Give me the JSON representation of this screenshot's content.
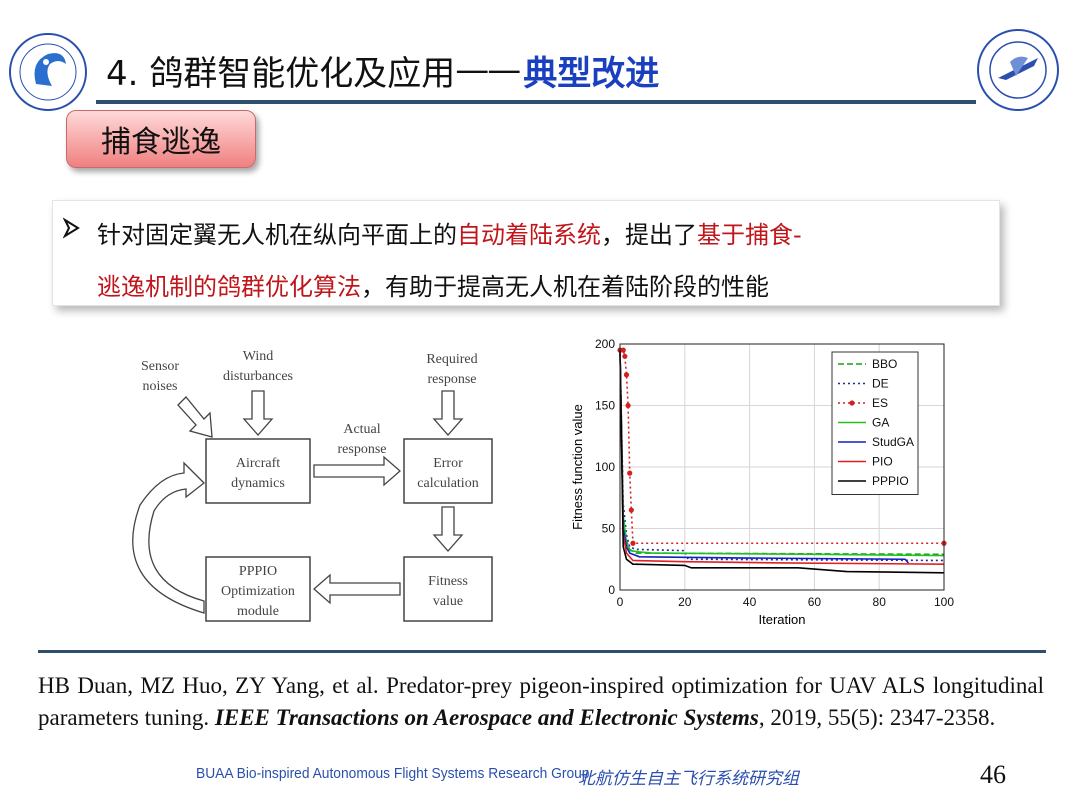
{
  "header": {
    "title_main": "4. 鸽群智能优化及应用",
    "title_dash": "——",
    "title_accent": "典型改进"
  },
  "section_tag": "捕食逃逸",
  "bullet": {
    "line1": {
      "t1": "针对固定翼无人机在纵向平面上的",
      "t2": "自动着陆系统",
      "t3": "，提出了",
      "t4": "基于捕食-"
    },
    "line2": {
      "t1": "逃逸机制的鸽群优化算法",
      "t2": "，有助于提高无人机在着陆阶段的性能"
    }
  },
  "diagram": {
    "sensor": [
      "Sensor",
      "noises"
    ],
    "wind": [
      "Wind",
      "disturbances"
    ],
    "required": [
      "Required",
      "response"
    ],
    "actual": [
      "Actual",
      "response"
    ],
    "aircraft": [
      "Aircraft",
      "dynamics"
    ],
    "error": [
      "Error",
      "calculation"
    ],
    "fitness": [
      "Fitness",
      "value"
    ],
    "pppio": [
      "PPPIO",
      "Optimization",
      "module"
    ]
  },
  "chart_data": {
    "type": "line",
    "xlabel": "Iteration",
    "ylabel": "Fitness function value",
    "xlim": [
      0,
      100
    ],
    "ylim": [
      0,
      200
    ],
    "xticks": [
      0,
      20,
      40,
      60,
      80,
      100
    ],
    "yticks": [
      0,
      50,
      100,
      150,
      200
    ],
    "grid": true,
    "legend_position": "top-right",
    "series": [
      {
        "name": "BBO",
        "color": "#1aa01a",
        "style": "dashed",
        "points": [
          [
            0,
            195
          ],
          [
            1,
            60
          ],
          [
            2,
            40
          ],
          [
            3,
            33
          ],
          [
            5,
            30
          ],
          [
            100,
            29
          ]
        ]
      },
      {
        "name": "DE",
        "color": "#1a2aa0",
        "style": "dotted",
        "points": [
          [
            0,
            195
          ],
          [
            1,
            70
          ],
          [
            2,
            45
          ],
          [
            3,
            35
          ],
          [
            5,
            33
          ],
          [
            20,
            32
          ],
          [
            21,
            25
          ],
          [
            100,
            24
          ]
        ]
      },
      {
        "name": "ES",
        "color": "#d42020",
        "style": "dotted-marker",
        "points": [
          [
            0,
            195
          ],
          [
            1,
            195
          ],
          [
            1.5,
            190
          ],
          [
            2,
            175
          ],
          [
            2.5,
            150
          ],
          [
            3,
            95
          ],
          [
            3.5,
            65
          ],
          [
            4,
            38
          ],
          [
            100,
            38
          ]
        ]
      },
      {
        "name": "GA",
        "color": "#22c022",
        "style": "solid",
        "points": [
          [
            0,
            195
          ],
          [
            1,
            60
          ],
          [
            2,
            38
          ],
          [
            3,
            32
          ],
          [
            6,
            31
          ],
          [
            10,
            30
          ],
          [
            60,
            29
          ],
          [
            100,
            28
          ]
        ]
      },
      {
        "name": "StudGA",
        "color": "#1020c0",
        "style": "solid",
        "points": [
          [
            0,
            195
          ],
          [
            1,
            50
          ],
          [
            2,
            35
          ],
          [
            3,
            30
          ],
          [
            6,
            27
          ],
          [
            40,
            26
          ],
          [
            88,
            25
          ],
          [
            89,
            22
          ]
        ]
      },
      {
        "name": "PIO",
        "color": "#e02020",
        "style": "solid",
        "points": [
          [
            0,
            195
          ],
          [
            1,
            45
          ],
          [
            2,
            30
          ],
          [
            4,
            24
          ],
          [
            20,
            23
          ],
          [
            50,
            22
          ],
          [
            100,
            21
          ]
        ]
      },
      {
        "name": "PPPIO",
        "color": "#000000",
        "style": "solid",
        "points": [
          [
            0,
            195
          ],
          [
            1,
            35
          ],
          [
            2,
            25
          ],
          [
            4,
            21
          ],
          [
            20,
            20
          ],
          [
            22,
            18
          ],
          [
            55,
            18
          ],
          [
            60,
            17
          ],
          [
            70,
            15
          ],
          [
            100,
            14
          ]
        ]
      }
    ]
  },
  "citation": {
    "text1": "HB Duan, MZ Huo, ZY Yang, et al. Predator-prey pigeon-inspired optimization for UAV ALS longitudinal parameters tuning. ",
    "journal": "IEEE Transactions on Aerospace and Electronic Systems",
    "text2": ", 2019, 55(5):  2347-2358."
  },
  "footer": {
    "group_en": "BUAA Bio-inspired Autonomous Flight Systems Research Group",
    "group_cn": "北航仿生自主飞行系统研究组",
    "page": "46"
  }
}
